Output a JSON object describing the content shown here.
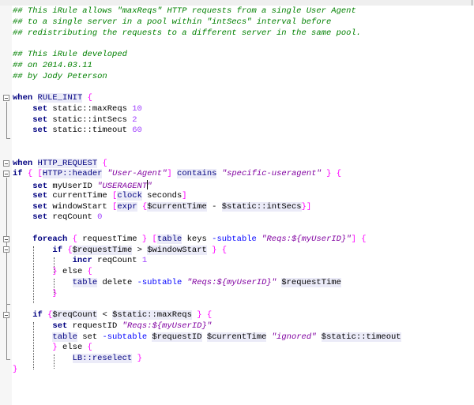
{
  "editor": {
    "cursor_line": 17,
    "lines": [
      [
        [
          "## This iRule allows \"maxReqs\" HTTP requests from a single User Agent",
          "c"
        ]
      ],
      [
        [
          "## to a single server in a pool within \"intSecs\" interval before",
          "c"
        ]
      ],
      [
        [
          "## redistributing the requests to a different server in the same pool.",
          "c"
        ]
      ],
      [],
      [
        [
          "## This iRule developed",
          "c"
        ]
      ],
      [
        [
          "## on 2014.03.11",
          "c"
        ]
      ],
      [
        [
          "## by Jody Peterson",
          "c"
        ]
      ],
      [],
      [
        [
          "when",
          "k"
        ],
        [
          " ",
          "t"
        ],
        [
          "RULE_INIT",
          "kh"
        ],
        [
          " ",
          "t"
        ],
        [
          "{",
          "b"
        ]
      ],
      [
        [
          "    ",
          "t"
        ],
        [
          "set",
          "k"
        ],
        [
          " static::maxReqs ",
          "t"
        ],
        [
          "10",
          "n"
        ]
      ],
      [
        [
          "    ",
          "t"
        ],
        [
          "set",
          "k"
        ],
        [
          " static::intSecs ",
          "t"
        ],
        [
          "2",
          "n"
        ]
      ],
      [
        [
          "    ",
          "t"
        ],
        [
          "set",
          "k"
        ],
        [
          " static::timeout ",
          "t"
        ],
        [
          "60",
          "n"
        ]
      ],
      [],
      [],
      [
        [
          "when",
          "k"
        ],
        [
          " ",
          "t"
        ],
        [
          "HTTP_REQUEST",
          "kh"
        ],
        [
          " ",
          "t"
        ],
        [
          "{",
          "b"
        ]
      ],
      [
        [
          "if",
          "k"
        ],
        [
          " ",
          "t"
        ],
        [
          "{",
          "b"
        ],
        [
          " ",
          "t"
        ],
        [
          "[",
          "b"
        ],
        [
          "HTTP::header",
          "kh"
        ],
        [
          " ",
          "t"
        ],
        [
          "\"User-Agent\"",
          "s"
        ],
        [
          "]",
          "b"
        ],
        [
          " ",
          "t"
        ],
        [
          "contains",
          "kh"
        ],
        [
          " ",
          "t"
        ],
        [
          "\"specific-useragent\"",
          "s"
        ],
        [
          " ",
          "t"
        ],
        [
          "}",
          "b"
        ],
        [
          " ",
          "t"
        ],
        [
          "{",
          "b"
        ]
      ],
      [
        [
          "    ",
          "t"
        ],
        [
          "set",
          "k"
        ],
        [
          " myUserID ",
          "t"
        ],
        [
          "\"USERAGENT",
          "s"
        ],
        [
          "|",
          "cursor"
        ],
        [
          "\"",
          "s"
        ]
      ],
      [
        [
          "    ",
          "t"
        ],
        [
          "set",
          "k"
        ],
        [
          " currentTime ",
          "t"
        ],
        [
          "[",
          "b"
        ],
        [
          "clock",
          "kh"
        ],
        [
          " seconds",
          "t"
        ],
        [
          "]",
          "b"
        ]
      ],
      [
        [
          "    ",
          "t"
        ],
        [
          "set",
          "k"
        ],
        [
          " windowStart ",
          "t"
        ],
        [
          "[",
          "b"
        ],
        [
          "expr",
          "kh"
        ],
        [
          " ",
          "t"
        ],
        [
          "{",
          "b"
        ],
        [
          "$currentTime",
          "v"
        ],
        [
          " - ",
          "t"
        ],
        [
          "$static::intSecs",
          "v"
        ],
        [
          "}",
          "b"
        ],
        [
          "]",
          "b"
        ]
      ],
      [
        [
          "    ",
          "t"
        ],
        [
          "set",
          "k"
        ],
        [
          " reqCount ",
          "t"
        ],
        [
          "0",
          "n"
        ]
      ],
      [],
      [
        [
          "    ",
          "t"
        ],
        [
          "foreach",
          "k"
        ],
        [
          " ",
          "t"
        ],
        [
          "{",
          "b"
        ],
        [
          " requestTime ",
          "t"
        ],
        [
          "}",
          "b"
        ],
        [
          " ",
          "t"
        ],
        [
          "[",
          "b"
        ],
        [
          "table",
          "kh"
        ],
        [
          " keys ",
          "t"
        ],
        [
          "-subtable",
          "o"
        ],
        [
          " ",
          "t"
        ],
        [
          "\"Reqs:${myUserID}\"",
          "s"
        ],
        [
          "]",
          "b"
        ],
        [
          " ",
          "t"
        ],
        [
          "{",
          "b"
        ]
      ],
      [
        [
          "        ",
          "t"
        ],
        [
          "if",
          "k"
        ],
        [
          " ",
          "t"
        ],
        [
          "{",
          "b"
        ],
        [
          "$requestTime",
          "v"
        ],
        [
          " > ",
          "t"
        ],
        [
          "$windowStart",
          "v"
        ],
        [
          " ",
          "t"
        ],
        [
          "}",
          "b"
        ],
        [
          " ",
          "t"
        ],
        [
          "{",
          "b"
        ]
      ],
      [
        [
          "            ",
          "t"
        ],
        [
          "incr",
          "k"
        ],
        [
          " reqCount ",
          "t"
        ],
        [
          "1",
          "n"
        ]
      ],
      [
        [
          "        ",
          "t"
        ],
        [
          "}",
          "b"
        ],
        [
          " else ",
          "t"
        ],
        [
          "{",
          "b"
        ]
      ],
      [
        [
          "            ",
          "t"
        ],
        [
          "table",
          "kh"
        ],
        [
          " delete ",
          "t"
        ],
        [
          "-subtable",
          "o"
        ],
        [
          " ",
          "t"
        ],
        [
          "\"Reqs:${myUserID}\"",
          "s"
        ],
        [
          " ",
          "t"
        ],
        [
          "$requestTime",
          "v"
        ]
      ],
      [
        [
          "        ",
          "t"
        ],
        [
          "}",
          "b"
        ]
      ],
      [],
      [
        [
          "    ",
          "t"
        ],
        [
          "if",
          "k"
        ],
        [
          " ",
          "t"
        ],
        [
          "{",
          "b"
        ],
        [
          "$reqCount",
          "v"
        ],
        [
          " < ",
          "t"
        ],
        [
          "$static::maxReqs",
          "v"
        ],
        [
          " ",
          "t"
        ],
        [
          "}",
          "b"
        ],
        [
          " ",
          "t"
        ],
        [
          "{",
          "b"
        ]
      ],
      [
        [
          "        ",
          "t"
        ],
        [
          "set",
          "k"
        ],
        [
          " requestID ",
          "t"
        ],
        [
          "\"Reqs:${myUserID}\"",
          "s"
        ]
      ],
      [
        [
          "        ",
          "t"
        ],
        [
          "table",
          "kh"
        ],
        [
          " set ",
          "t"
        ],
        [
          "-subtable",
          "o"
        ],
        [
          " ",
          "t"
        ],
        [
          "$requestID",
          "v"
        ],
        [
          " ",
          "t"
        ],
        [
          "$currentTime",
          "v"
        ],
        [
          " ",
          "t"
        ],
        [
          "\"ignored\"",
          "s"
        ],
        [
          " ",
          "t"
        ],
        [
          "$static::timeout",
          "v"
        ]
      ],
      [
        [
          "        ",
          "t"
        ],
        [
          "}",
          "b"
        ],
        [
          " else ",
          "t"
        ],
        [
          "{",
          "b"
        ]
      ],
      [
        [
          "            ",
          "t"
        ],
        [
          "LB::reselect",
          "kh"
        ],
        [
          " ",
          "t"
        ],
        [
          "}",
          "b"
        ]
      ],
      [
        [
          "}",
          "b"
        ]
      ]
    ]
  }
}
